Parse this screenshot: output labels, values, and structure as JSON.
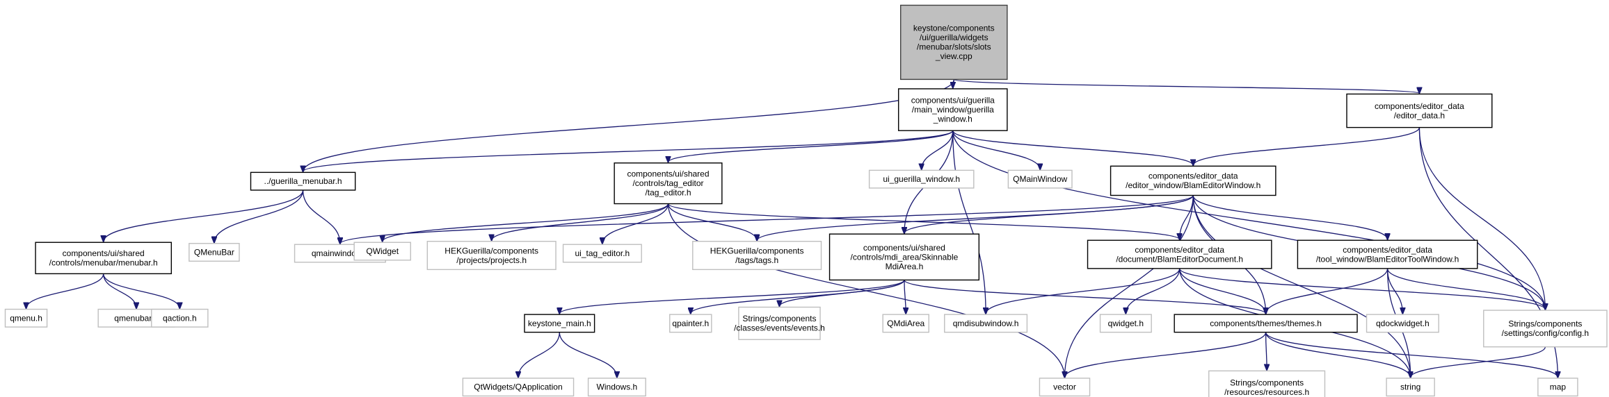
{
  "diagram": {
    "type": "include-dependency-graph",
    "colors": {
      "edge": "#191970",
      "root_fill": "#bfbfbf",
      "root_border": "#404040",
      "documented_border": "#000000",
      "external_border": "#bfbfbf",
      "node_fill": "#ffffff"
    },
    "nodes": [
      {
        "id": "root",
        "kind": "root",
        "lines": [
          "keystone/components",
          "/ui/guerilla/widgets",
          "/menubar/slots/slots",
          "_view.cpp"
        ]
      },
      {
        "id": "guerilla_window",
        "kind": "documented",
        "lines": [
          "components/ui/guerilla",
          "/main_window/guerilla",
          "_window.h"
        ]
      },
      {
        "id": "editor_data",
        "kind": "documented",
        "lines": [
          "components/editor_data",
          "/editor_data.h"
        ]
      },
      {
        "id": "guerilla_menubar",
        "kind": "documented",
        "lines": [
          "../guerilla_menubar.h"
        ]
      },
      {
        "id": "tag_editor",
        "kind": "documented",
        "lines": [
          "components/ui/shared",
          "/controls/tag_editor",
          "/tag_editor.h"
        ]
      },
      {
        "id": "ui_guerilla_window",
        "kind": "external",
        "lines": [
          "ui_guerilla_window.h"
        ]
      },
      {
        "id": "QMainWindow",
        "kind": "external",
        "lines": [
          "QMainWindow"
        ]
      },
      {
        "id": "BlamEditorWindow",
        "kind": "documented",
        "lines": [
          "components/editor_data",
          "/editor_window/BlamEditorWindow.h"
        ]
      },
      {
        "id": "menubar",
        "kind": "documented",
        "lines": [
          "components/ui/shared",
          "/controls/menubar/menubar.h"
        ]
      },
      {
        "id": "QMenuBar",
        "kind": "external",
        "lines": [
          "QMenuBar"
        ]
      },
      {
        "id": "qmainwindow",
        "kind": "external",
        "lines": [
          "qmainwindow.h"
        ]
      },
      {
        "id": "QWidget",
        "kind": "external",
        "lines": [
          "QWidget"
        ]
      },
      {
        "id": "projects",
        "kind": "external",
        "lines": [
          "HEKGuerilla/components",
          "/projects/projects.h"
        ]
      },
      {
        "id": "ui_tag_editor",
        "kind": "external",
        "lines": [
          "ui_tag_editor.h"
        ]
      },
      {
        "id": "tags",
        "kind": "external",
        "lines": [
          "HEKGuerilla/components",
          "/tags/tags.h"
        ]
      },
      {
        "id": "SkinnableMdiArea",
        "kind": "documented",
        "lines": [
          "components/ui/shared",
          "/controls/mdi_area/Skinnable",
          "MdiArea.h"
        ]
      },
      {
        "id": "BlamEditorDocument",
        "kind": "documented",
        "lines": [
          "components/editor_data",
          "/document/BlamEditorDocument.h"
        ]
      },
      {
        "id": "BlamEditorToolWindow",
        "kind": "documented",
        "lines": [
          "components/editor_data",
          "/tool_window/BlamEditorToolWindow.h"
        ]
      },
      {
        "id": "qmenu",
        "kind": "external",
        "lines": [
          "qmenu.h"
        ]
      },
      {
        "id": "qmenubar",
        "kind": "external",
        "lines": [
          "qmenubar.h"
        ]
      },
      {
        "id": "qaction",
        "kind": "external",
        "lines": [
          "qaction.h"
        ]
      },
      {
        "id": "keystone_main",
        "kind": "documented",
        "lines": [
          "keystone_main.h"
        ]
      },
      {
        "id": "qpainter",
        "kind": "external",
        "lines": [
          "qpainter.h"
        ]
      },
      {
        "id": "events",
        "kind": "external",
        "lines": [
          "Strings/components",
          "/classes/events/events.h"
        ]
      },
      {
        "id": "QMdiArea",
        "kind": "external",
        "lines": [
          "QMdiArea"
        ]
      },
      {
        "id": "qmdisubwindow",
        "kind": "external",
        "lines": [
          "qmdisubwindow.h"
        ]
      },
      {
        "id": "qwidget",
        "kind": "external",
        "lines": [
          "qwidget.h"
        ]
      },
      {
        "id": "themes",
        "kind": "documented",
        "lines": [
          "components/themes/themes.h"
        ]
      },
      {
        "id": "qdockwidget",
        "kind": "external",
        "lines": [
          "qdockwidget.h"
        ]
      },
      {
        "id": "config",
        "kind": "external",
        "lines": [
          "Strings/components",
          "/settings/config/config.h"
        ]
      },
      {
        "id": "QApplication",
        "kind": "external",
        "lines": [
          "QtWidgets/QApplication"
        ]
      },
      {
        "id": "Windows",
        "kind": "external",
        "lines": [
          "Windows.h"
        ]
      },
      {
        "id": "vector",
        "kind": "external",
        "lines": [
          "vector"
        ]
      },
      {
        "id": "resources",
        "kind": "external",
        "lines": [
          "Strings/components",
          "/resources/resources.h"
        ]
      },
      {
        "id": "string",
        "kind": "external",
        "lines": [
          "string"
        ]
      },
      {
        "id": "map",
        "kind": "external",
        "lines": [
          "map"
        ]
      }
    ],
    "edges": [
      [
        "root",
        "guerilla_window"
      ],
      [
        "root",
        "editor_data"
      ],
      [
        "root",
        "guerilla_menubar"
      ],
      [
        "guerilla_window",
        "guerilla_menubar"
      ],
      [
        "guerilla_window",
        "tag_editor"
      ],
      [
        "guerilla_window",
        "ui_guerilla_window"
      ],
      [
        "guerilla_window",
        "QMainWindow"
      ],
      [
        "guerilla_window",
        "BlamEditorWindow"
      ],
      [
        "guerilla_window",
        "SkinnableMdiArea"
      ],
      [
        "guerilla_window",
        "qmdisubwindow"
      ],
      [
        "guerilla_window",
        "config"
      ],
      [
        "editor_data",
        "BlamEditorWindow"
      ],
      [
        "editor_data",
        "config"
      ],
      [
        "editor_data",
        "map"
      ],
      [
        "guerilla_menubar",
        "menubar"
      ],
      [
        "guerilla_menubar",
        "QMenuBar"
      ],
      [
        "guerilla_menubar",
        "qmainwindow"
      ],
      [
        "menubar",
        "qmenu"
      ],
      [
        "menubar",
        "qmenubar"
      ],
      [
        "menubar",
        "qaction"
      ],
      [
        "tag_editor",
        "QWidget"
      ],
      [
        "tag_editor",
        "projects"
      ],
      [
        "tag_editor",
        "ui_tag_editor"
      ],
      [
        "tag_editor",
        "tags"
      ],
      [
        "tag_editor",
        "BlamEditorDocument"
      ],
      [
        "tag_editor",
        "vector"
      ],
      [
        "BlamEditorWindow",
        "qmainwindow"
      ],
      [
        "BlamEditorWindow",
        "tags"
      ],
      [
        "BlamEditorWindow",
        "SkinnableMdiArea"
      ],
      [
        "BlamEditorWindow",
        "BlamEditorDocument"
      ],
      [
        "BlamEditorWindow",
        "BlamEditorToolWindow"
      ],
      [
        "BlamEditorWindow",
        "themes"
      ],
      [
        "BlamEditorWindow",
        "config"
      ],
      [
        "BlamEditorWindow",
        "vector"
      ],
      [
        "BlamEditorWindow",
        "string"
      ],
      [
        "SkinnableMdiArea",
        "keystone_main"
      ],
      [
        "SkinnableMdiArea",
        "qpainter"
      ],
      [
        "SkinnableMdiArea",
        "events"
      ],
      [
        "SkinnableMdiArea",
        "QMdiArea"
      ],
      [
        "SkinnableMdiArea",
        "themes"
      ],
      [
        "BlamEditorDocument",
        "qmdisubwindow"
      ],
      [
        "BlamEditorDocument",
        "qwidget"
      ],
      [
        "BlamEditorDocument",
        "themes"
      ],
      [
        "BlamEditorDocument",
        "config"
      ],
      [
        "BlamEditorDocument",
        "string"
      ],
      [
        "BlamEditorToolWindow",
        "themes"
      ],
      [
        "BlamEditorToolWindow",
        "qdockwidget"
      ],
      [
        "BlamEditorToolWindow",
        "config"
      ],
      [
        "BlamEditorToolWindow",
        "string"
      ],
      [
        "keystone_main",
        "QApplication"
      ],
      [
        "keystone_main",
        "Windows"
      ],
      [
        "themes",
        "vector"
      ],
      [
        "themes",
        "resources"
      ],
      [
        "themes",
        "string"
      ],
      [
        "themes",
        "map"
      ],
      [
        "config",
        "string"
      ]
    ]
  }
}
